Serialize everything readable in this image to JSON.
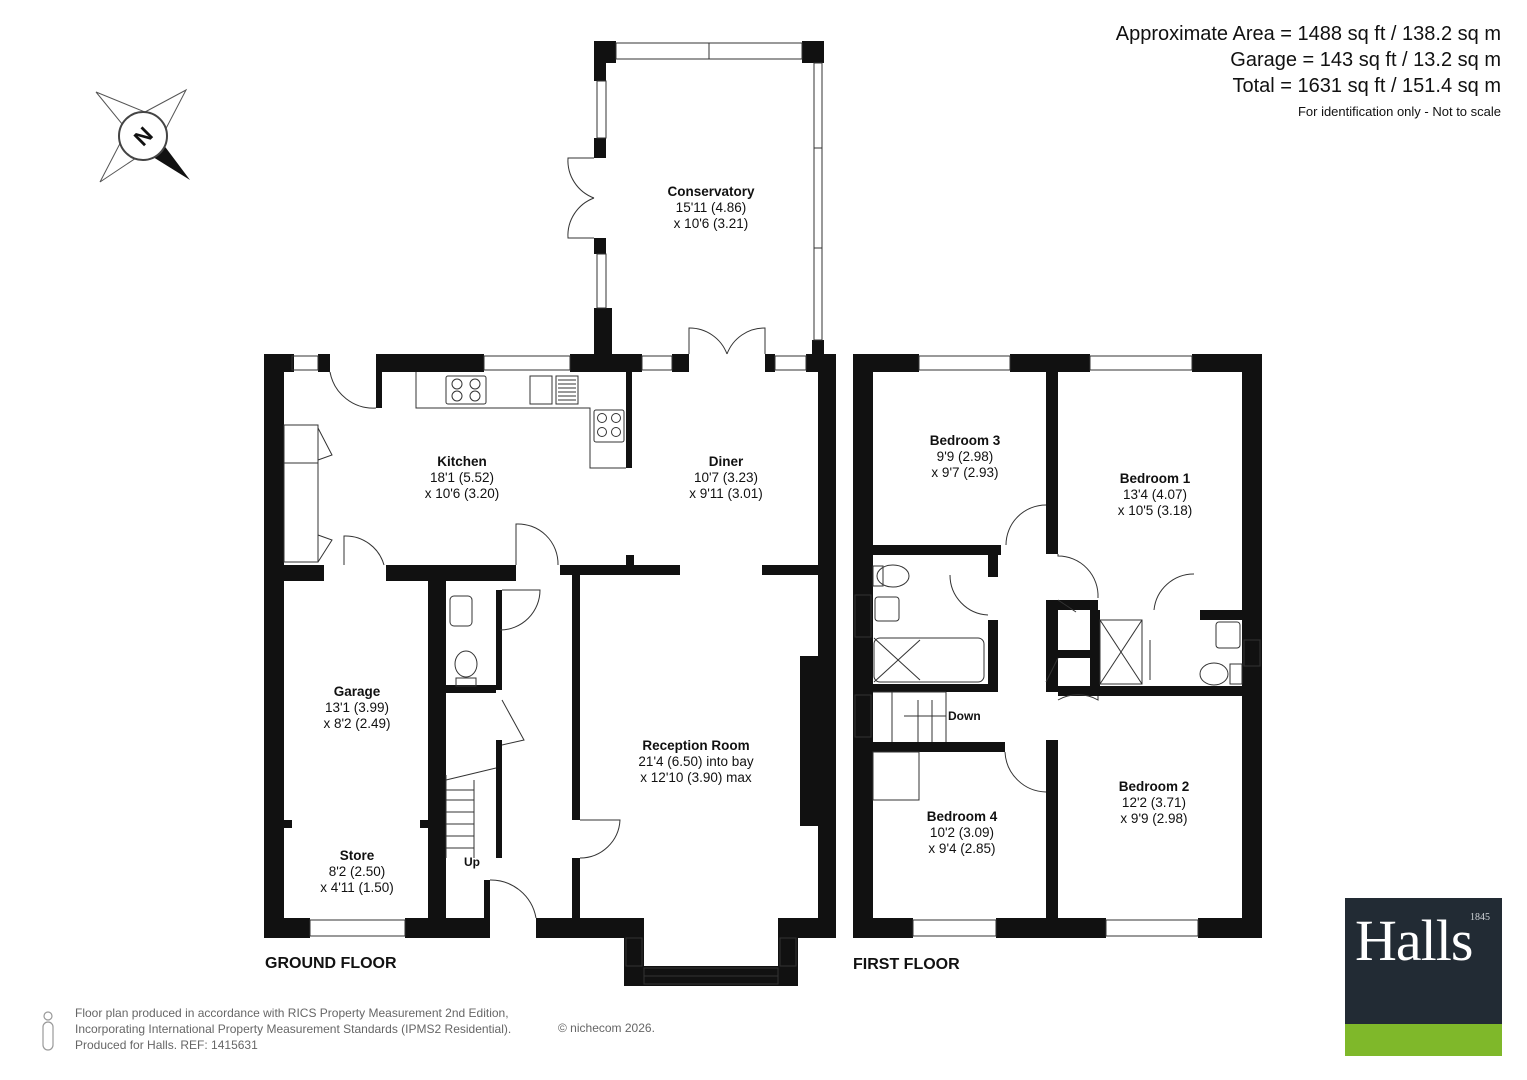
{
  "areas": {
    "approximate": "Approximate Area = 1488 sq ft / 138.2 sq m",
    "garage": "Garage = 143 sq ft / 13.2 sq m",
    "total": "Total = 1631 sq ft / 151.4 sq m",
    "note": "For identification only - Not to scale"
  },
  "floors": {
    "ground": "GROUND FLOOR",
    "first": "FIRST FLOOR"
  },
  "rooms": {
    "conservatory": {
      "name": "Conservatory",
      "dim1": "15'11 (4.86)",
      "dim2": "x 10'6 (3.21)"
    },
    "kitchen": {
      "name": "Kitchen",
      "dim1": "18'1 (5.52)",
      "dim2": "x 10'6 (3.20)"
    },
    "diner": {
      "name": "Diner",
      "dim1": "10'7 (3.23)",
      "dim2": "x 9'11 (3.01)"
    },
    "garage": {
      "name": "Garage",
      "dim1": "13'1 (3.99)",
      "dim2": "x 8'2 (2.49)"
    },
    "store": {
      "name": "Store",
      "dim1": "8'2 (2.50)",
      "dim2": "x 4'11 (1.50)"
    },
    "reception": {
      "name": "Reception Room",
      "dim1": "21'4 (6.50) into bay",
      "dim2": "x 12'10 (3.90) max"
    },
    "bedroom3": {
      "name": "Bedroom 3",
      "dim1": "9'9 (2.98)",
      "dim2": "x 9'7 (2.93)"
    },
    "bedroom1": {
      "name": "Bedroom 1",
      "dim1": "13'4 (4.07)",
      "dim2": "x 10'5 (3.18)"
    },
    "bedroom2": {
      "name": "Bedroom 2",
      "dim1": "12'2 (3.71)",
      "dim2": "x 9'9 (2.98)"
    },
    "bedroom4": {
      "name": "Bedroom 4",
      "dim1": "10'2 (3.09)",
      "dim2": "x 9'4 (2.85)"
    }
  },
  "stairs": {
    "up": "Up",
    "down": "Down"
  },
  "compass": {
    "letter": "N"
  },
  "footer": {
    "line1": "Floor plan produced in accordance with RICS Property Measurement 2nd Edition,",
    "line2": "Incorporating International Property Measurement Standards (IPMS2 Residential).",
    "line3": "Produced for Halls.   REF: 1415631",
    "copyright": "© nichecom 2026."
  },
  "logo": {
    "name": "Halls",
    "year": "1845"
  },
  "colors": {
    "wall": "#111111",
    "logo_bg": "#222b34",
    "logo_band": "#7fb82a"
  }
}
